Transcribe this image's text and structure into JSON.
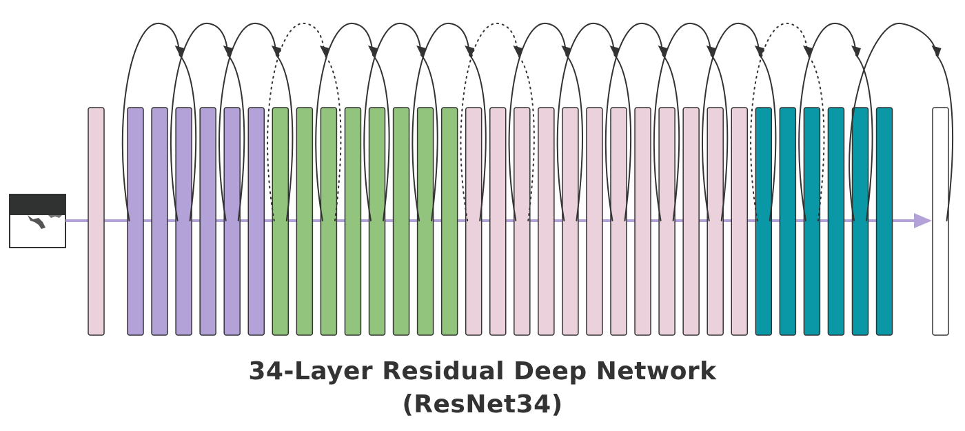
{
  "caption": {
    "title": "34-Layer Residual Deep Network",
    "subtitle": "(ResNet34)"
  },
  "colors": {
    "purple": "#b3a2d8",
    "green": "#93c47d",
    "pink": "#ead1dc",
    "teal": "#0a97a6",
    "white": "#ffffff",
    "stroke": "#333333",
    "flow_arrow": "#b3a2d8"
  },
  "layers": [
    {
      "group": "pink"
    },
    {
      "group": "purple"
    },
    {
      "group": "purple"
    },
    {
      "group": "purple"
    },
    {
      "group": "purple"
    },
    {
      "group": "purple"
    },
    {
      "group": "purple"
    },
    {
      "group": "green"
    },
    {
      "group": "green"
    },
    {
      "group": "green"
    },
    {
      "group": "green"
    },
    {
      "group": "green"
    },
    {
      "group": "green"
    },
    {
      "group": "green"
    },
    {
      "group": "green"
    },
    {
      "group": "pink"
    },
    {
      "group": "pink"
    },
    {
      "group": "pink"
    },
    {
      "group": "pink"
    },
    {
      "group": "pink"
    },
    {
      "group": "pink"
    },
    {
      "group": "pink"
    },
    {
      "group": "pink"
    },
    {
      "group": "pink"
    },
    {
      "group": "pink"
    },
    {
      "group": "pink"
    },
    {
      "group": "pink"
    },
    {
      "group": "teal"
    },
    {
      "group": "teal"
    },
    {
      "group": "teal"
    },
    {
      "group": "teal"
    },
    {
      "group": "teal"
    },
    {
      "group": "teal"
    },
    {
      "group": "white"
    }
  ],
  "skip_connections": [
    {
      "from": 1,
      "to": 3,
      "style": "solid"
    },
    {
      "from": 3,
      "to": 5,
      "style": "solid"
    },
    {
      "from": 5,
      "to": 7,
      "style": "solid"
    },
    {
      "from": 7,
      "to": 9,
      "style": "dotted"
    },
    {
      "from": 9,
      "to": 11,
      "style": "solid"
    },
    {
      "from": 11,
      "to": 13,
      "style": "solid"
    },
    {
      "from": 13,
      "to": 15,
      "style": "solid"
    },
    {
      "from": 15,
      "to": 17,
      "style": "dotted"
    },
    {
      "from": 17,
      "to": 19,
      "style": "solid"
    },
    {
      "from": 19,
      "to": 21,
      "style": "solid"
    },
    {
      "from": 21,
      "to": 23,
      "style": "solid"
    },
    {
      "from": 23,
      "to": 25,
      "style": "solid"
    },
    {
      "from": 25,
      "to": 27,
      "style": "solid"
    },
    {
      "from": 27,
      "to": 29,
      "style": "dotted"
    },
    {
      "from": 29,
      "to": 31,
      "style": "solid"
    },
    {
      "from": 31,
      "to": 33,
      "style": "solid"
    }
  ],
  "input_image": "input-image-thumbnail"
}
